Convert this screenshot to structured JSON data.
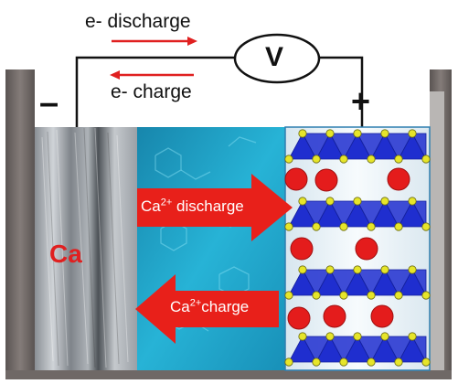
{
  "voltmeter": {
    "symbol": "V"
  },
  "labels": {
    "electron_discharge": "e- discharge",
    "electron_charge": "e- charge",
    "negative_terminal": "–",
    "positive_terminal": "+",
    "anode_material": "Ca"
  },
  "arrows": {
    "discharge": {
      "ion": "Ca",
      "charge": "2+",
      "label": "discharge"
    },
    "charge": {
      "ion": "Ca",
      "charge": "2+",
      "label": "charge"
    }
  },
  "colors": {
    "electron_arrow": "#e02020",
    "ion_arrow": "#e8201a",
    "calcium_text": "#e02020",
    "cation": "#e41c1c",
    "polyhedra": "#1f2ecf",
    "oxygen_node": "#e6e52a",
    "electrolyte": "#1ea4c8",
    "cathode_bg": "#eef6fb",
    "container_wall": "#6f6866"
  },
  "structure": {
    "layers": 4,
    "cation_rows": [
      3,
      2,
      3
    ]
  }
}
